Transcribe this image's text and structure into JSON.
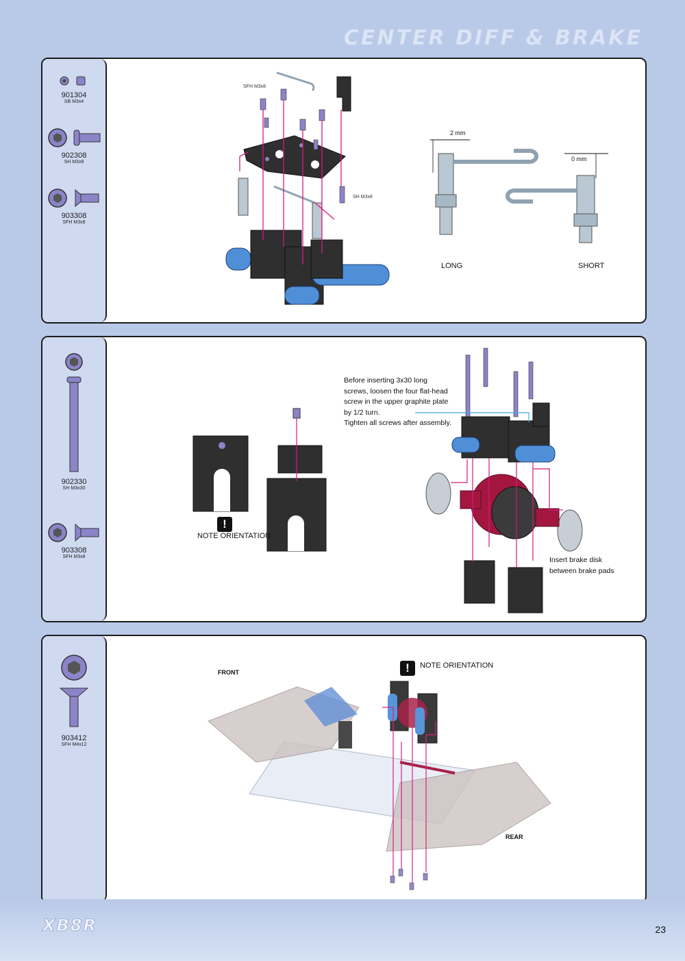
{
  "header": {
    "title": "CENTER DIFF & BRAKE"
  },
  "panel1": {
    "parts": [
      {
        "code": "901304",
        "desc": "SB M3x4"
      },
      {
        "code": "902308",
        "desc": "SH M3x8"
      },
      {
        "code": "903308",
        "desc": "SFH M3x8"
      }
    ],
    "screw_label_top": "SFH M3x8",
    "screw_label_right": "SH M3x8",
    "dim_left": "2 mm",
    "dim_right": "0 mm",
    "label_long": "LONG",
    "label_short": "SHORT"
  },
  "panel2": {
    "parts": [
      {
        "code": "902330",
        "desc": "SH M3x30"
      },
      {
        "code": "903308",
        "desc": "SFH M3x8"
      }
    ],
    "note_orientation": "NOTE ORIENTATION",
    "warn_glyph": "!",
    "instruction_lines": [
      "Before inserting 3x30 long",
      "screws, loosen the four flat-head",
      "screw in the upper graphite plate",
      "by 1/2 turn.",
      "Tighten all screws after assembly."
    ],
    "brake_note_lines": [
      "Insert brake disk",
      "between brake pads"
    ]
  },
  "panel3": {
    "parts": [
      {
        "code": "903412",
        "desc": "SFH M4x12"
      }
    ],
    "note_orientation": "NOTE ORIENTATION",
    "warn_glyph": "!",
    "label_front": "FRONT",
    "label_rear": "REAR"
  },
  "footer": {
    "logo": "XB8R",
    "page_number": "23"
  },
  "colors": {
    "accent": "#d4197c",
    "screw": "#8c84c8",
    "plastic": "#2d2d2d",
    "pad": "#4f8fd8",
    "diff": "#a3173f"
  }
}
